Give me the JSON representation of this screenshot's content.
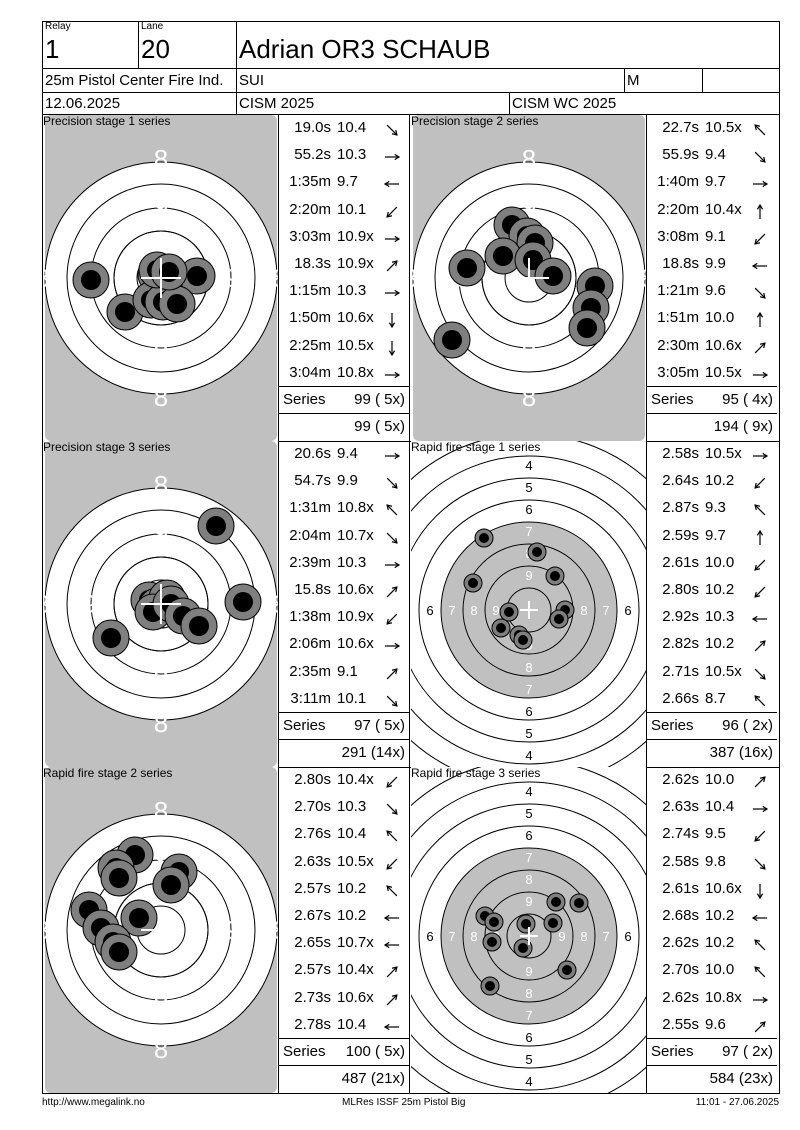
{
  "header": {
    "relay_label": "Relay",
    "relay": "1",
    "lane_label": "Lane",
    "lane": "20",
    "athlete": "Adrian OR3 SCHAUB",
    "event": "25m Pistol Center Fire Ind.",
    "nation": "SUI",
    "gender": "M",
    "date": "12.06.2025",
    "competition": "CISM 2025",
    "match": "CISM WC 2025"
  },
  "colors": {
    "target_gray": "#c0c0c0",
    "hole_outer": "#7f7f7f",
    "hole_inner": "#000000"
  },
  "stages": [
    {
      "title": "Precision stage 1 series",
      "target": "precision",
      "shots": [
        {
          "time": "19.0s",
          "value": "10.4",
          "dir": "down-right"
        },
        {
          "time": "55.2s",
          "value": "10.3",
          "dir": "right"
        },
        {
          "time": "1:35m",
          "value": "9.7",
          "dir": "left"
        },
        {
          "time": "2:20m",
          "value": "10.1",
          "dir": "down-left"
        },
        {
          "time": "3:03m",
          "value": "10.9x",
          "dir": "right"
        },
        {
          "time": "18.3s",
          "value": "10.9x",
          "dir": "up-right"
        },
        {
          "time": "1:15m",
          "value": "10.3",
          "dir": "right"
        },
        {
          "time": "1:50m",
          "value": "10.6x",
          "dir": "down"
        },
        {
          "time": "2:25m",
          "value": "10.5x",
          "dir": "down"
        },
        {
          "time": "3:04m",
          "value": "10.8x",
          "dir": "right"
        }
      ],
      "series_label": "Series",
      "series_score": "99 ( 5x)",
      "total": "99 ( 5x)",
      "holes": [
        [
          -70,
          2
        ],
        [
          -36,
          34
        ],
        [
          -5,
          -3
        ],
        [
          6,
          -1
        ],
        [
          36,
          -2
        ],
        [
          -10,
          22
        ],
        [
          2,
          24
        ],
        [
          16,
          26
        ],
        [
          -4,
          -8
        ],
        [
          8,
          -6
        ]
      ]
    },
    {
      "title": "Precision stage 2 series",
      "target": "precision",
      "shots": [
        {
          "time": "22.7s",
          "value": "10.5x",
          "dir": "up-left"
        },
        {
          "time": "55.9s",
          "value": "9.4",
          "dir": "down-right"
        },
        {
          "time": "1:40m",
          "value": "9.7",
          "dir": "right"
        },
        {
          "time": "2:20m",
          "value": "10.4x",
          "dir": "up"
        },
        {
          "time": "3:08m",
          "value": "9.1",
          "dir": "down-left"
        },
        {
          "time": "18.8s",
          "value": "9.9",
          "dir": "left"
        },
        {
          "time": "1:21m",
          "value": "9.6",
          "dir": "down-right"
        },
        {
          "time": "1:51m",
          "value": "10.0",
          "dir": "up"
        },
        {
          "time": "2:30m",
          "value": "10.6x",
          "dir": "up-right"
        },
        {
          "time": "3:05m",
          "value": "10.5x",
          "dir": "right"
        }
      ],
      "series_label": "Series",
      "series_score": "95 ( 4x)",
      "total": "194 ( 9x)",
      "holes": [
        [
          -17,
          -53
        ],
        [
          -2,
          -42
        ],
        [
          6,
          -35
        ],
        [
          -26,
          -22
        ],
        [
          4,
          -18
        ],
        [
          24,
          -2
        ],
        [
          -62,
          -10
        ],
        [
          66,
          8
        ],
        [
          62,
          30
        ],
        [
          58,
          50
        ],
        [
          -77,
          62
        ]
      ]
    },
    {
      "title": "Precision stage 3 series",
      "target": "precision",
      "shots": [
        {
          "time": "20.6s",
          "value": "9.4",
          "dir": "right"
        },
        {
          "time": "54.7s",
          "value": "9.9",
          "dir": "down-right"
        },
        {
          "time": "1:31m",
          "value": "10.8x",
          "dir": "up-left"
        },
        {
          "time": "2:04m",
          "value": "10.7x",
          "dir": "down-right"
        },
        {
          "time": "2:39m",
          "value": "10.3",
          "dir": "right"
        },
        {
          "time": "15.8s",
          "value": "10.6x",
          "dir": "up-right"
        },
        {
          "time": "1:38m",
          "value": "10.9x",
          "dir": "down-left"
        },
        {
          "time": "2:06m",
          "value": "10.6x",
          "dir": "right"
        },
        {
          "time": "2:35m",
          "value": "9.1",
          "dir": "up-right"
        },
        {
          "time": "3:11m",
          "value": "10.1",
          "dir": "down-right"
        }
      ],
      "series_label": "Series",
      "series_score": "97 ( 5x)",
      "total": "291 (14x)",
      "holes": [
        [
          55,
          -78
        ],
        [
          -12,
          -4
        ],
        [
          -4,
          2
        ],
        [
          6,
          -6
        ],
        [
          -8,
          8
        ],
        [
          10,
          0
        ],
        [
          22,
          12
        ],
        [
          38,
          22
        ],
        [
          82,
          -2
        ],
        [
          -50,
          34
        ]
      ]
    },
    {
      "title": "Rapid fire stage 1 series",
      "target": "rapid",
      "shots": [
        {
          "time": "2.58s",
          "value": "10.5x",
          "dir": "right"
        },
        {
          "time": "2.64s",
          "value": "10.2",
          "dir": "down-left"
        },
        {
          "time": "2.87s",
          "value": "9.3",
          "dir": "up-left"
        },
        {
          "time": "2.59s",
          "value": "9.7",
          "dir": "up"
        },
        {
          "time": "2.61s",
          "value": "10.0",
          "dir": "down-left"
        },
        {
          "time": "2.80s",
          "value": "10.2",
          "dir": "down-left"
        },
        {
          "time": "2.92s",
          "value": "10.3",
          "dir": "left"
        },
        {
          "time": "2.82s",
          "value": "10.2",
          "dir": "up-right"
        },
        {
          "time": "2.71s",
          "value": "10.5x",
          "dir": "down-right"
        },
        {
          "time": "2.66s",
          "value": "8.7",
          "dir": "up-left"
        }
      ],
      "series_label": "Series",
      "series_score": "96 ( 2x)",
      "total": "387 (16x)",
      "holes": [
        [
          -45,
          -72
        ],
        [
          8,
          -58
        ],
        [
          26,
          -34
        ],
        [
          -56,
          -27
        ],
        [
          -20,
          2
        ],
        [
          36,
          0
        ],
        [
          30,
          9
        ],
        [
          -28,
          18
        ],
        [
          -10,
          25
        ],
        [
          -6,
          30
        ]
      ],
      "ring_labels_v": [
        "4",
        "5",
        "6",
        "7",
        "8",
        "9",
        "9",
        "8",
        "7",
        "6",
        "5",
        "4"
      ],
      "ring_labels_h": [
        "6",
        "7",
        "8",
        "9",
        "9",
        "8",
        "7",
        "6"
      ]
    },
    {
      "title": "Rapid fire stage 2 series",
      "target": "precision",
      "shots": [
        {
          "time": "2.80s",
          "value": "10.4x",
          "dir": "down-left"
        },
        {
          "time": "2.70s",
          "value": "10.3",
          "dir": "down-right"
        },
        {
          "time": "2.76s",
          "value": "10.4",
          "dir": "up-left"
        },
        {
          "time": "2.63s",
          "value": "10.5x",
          "dir": "down-left"
        },
        {
          "time": "2.57s",
          "value": "10.2",
          "dir": "up-left"
        },
        {
          "time": "2.67s",
          "value": "10.2",
          "dir": "left"
        },
        {
          "time": "2.65s",
          "value": "10.7x",
          "dir": "left"
        },
        {
          "time": "2.57s",
          "value": "10.4x",
          "dir": "up-right"
        },
        {
          "time": "2.73s",
          "value": "10.6x",
          "dir": "up-right"
        },
        {
          "time": "2.78s",
          "value": "10.4",
          "dir": "left"
        }
      ],
      "series_label": "Series",
      "series_score": "100 ( 5x)",
      "total": "487 (21x)",
      "holes": [
        [
          -26,
          -75
        ],
        [
          -45,
          -62
        ],
        [
          -42,
          -52
        ],
        [
          18,
          -58
        ],
        [
          10,
          -45
        ],
        [
          -72,
          -20
        ],
        [
          -22,
          -12
        ],
        [
          -60,
          -2
        ],
        [
          -48,
          12
        ],
        [
          -42,
          22
        ]
      ]
    },
    {
      "title": "Rapid fire stage 3 series",
      "target": "rapid",
      "shots": [
        {
          "time": "2.62s",
          "value": "10.0",
          "dir": "up-right"
        },
        {
          "time": "2.63s",
          "value": "10.4",
          "dir": "right"
        },
        {
          "time": "2.74s",
          "value": "9.5",
          "dir": "down-left"
        },
        {
          "time": "2.58s",
          "value": "9.8",
          "dir": "down-right"
        },
        {
          "time": "2.61s",
          "value": "10.6x",
          "dir": "down"
        },
        {
          "time": "2.68s",
          "value": "10.2",
          "dir": "left"
        },
        {
          "time": "2.62s",
          "value": "10.2",
          "dir": "up-left"
        },
        {
          "time": "2.70s",
          "value": "10.0",
          "dir": "up-left"
        },
        {
          "time": "2.62s",
          "value": "10.8x",
          "dir": "right"
        },
        {
          "time": "2.55s",
          "value": "9.6",
          "dir": "up-right"
        }
      ],
      "series_label": "Series",
      "series_score": "97 ( 2x)",
      "total": "584 (23x)",
      "holes": [
        [
          27,
          -34
        ],
        [
          50,
          -33
        ],
        [
          -44,
          -20
        ],
        [
          -35,
          -14
        ],
        [
          24,
          -13
        ],
        [
          -3,
          -12
        ],
        [
          -37,
          6
        ],
        [
          -6,
          12
        ],
        [
          38,
          34
        ],
        [
          -39,
          50
        ]
      ],
      "ring_labels_v": [
        "4",
        "5",
        "6",
        "7",
        "8",
        "9",
        "9",
        "8",
        "7",
        "6",
        "5",
        "4"
      ],
      "ring_labels_h": [
        "6",
        "7",
        "8",
        "9",
        "9",
        "8",
        "7",
        "6"
      ]
    }
  ],
  "footer": {
    "left": "http://www.megalink.no",
    "center": "MLRes ISSF 25m Pistol Big",
    "right": "11:01 - 27.06.2025"
  }
}
